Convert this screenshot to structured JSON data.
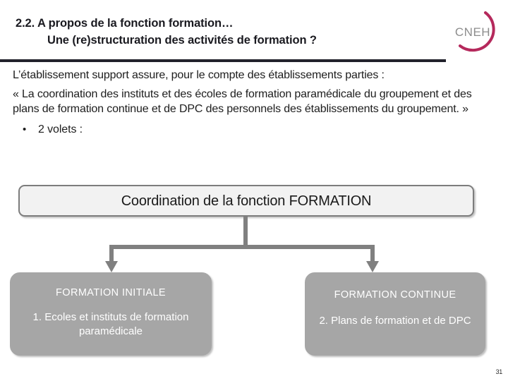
{
  "slide": {
    "page_number": "31",
    "accent_color": "#b5295c",
    "rule_color": "#22222c",
    "node_fill_top": "#f2f2f2",
    "node_fill_child": "#a6a6a6",
    "connector_color": "#808080"
  },
  "header": {
    "title_line1": "2.2. A propos de la fonction formation…",
    "title_line2": "Une (re)structuration des activités de formation ?",
    "logo_text": "CNEH"
  },
  "body": {
    "paragraph1": "L’établissement support assure, pour le compte des établissements parties :",
    "paragraph2": " « La coordination des instituts et des écoles de formation paramédicale du groupement et des plans de formation continue et de DPC des personnels des établissements du groupement. »",
    "bullet": {
      "marker": "•",
      "text": "2 volets :"
    }
  },
  "diagram": {
    "top_node": {
      "title": "Coordination de la fonction FORMATION"
    },
    "children": [
      {
        "heading": "FORMATION INITIALE",
        "sub": "1. Ecoles et instituts de formation paramédicale"
      },
      {
        "heading": "FORMATION CONTINUE",
        "sub": "2. Plans de formation et de DPC"
      }
    ]
  }
}
